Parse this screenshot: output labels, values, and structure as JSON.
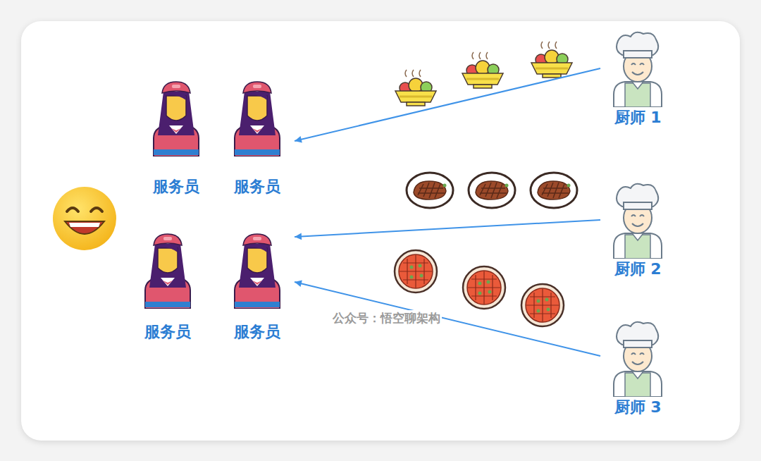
{
  "diagram": {
    "nodes": [
      {
        "text": [
          "服务员"
        ]
      },
      {
        "text": [
          "服务员"
        ]
      },
      {
        "text": [
          "服务员"
        ]
      },
      {
        "text": [
          "服务员"
        ]
      },
      {
        "text": [
          "厨师 1"
        ]
      },
      {
        "text": [
          "厨师 2"
        ]
      },
      {
        "text": [
          "厨师 3"
        ]
      }
    ],
    "edges": [
      {
        "from": 4,
        "to": 1,
        "arrow": "to"
      },
      {
        "from": 5,
        "to": 3,
        "arrow": "to"
      },
      {
        "from": 6,
        "to": 3,
        "arrow": "to"
      }
    ],
    "labels": [
      "公众号：悟空聊架构"
    ]
  }
}
